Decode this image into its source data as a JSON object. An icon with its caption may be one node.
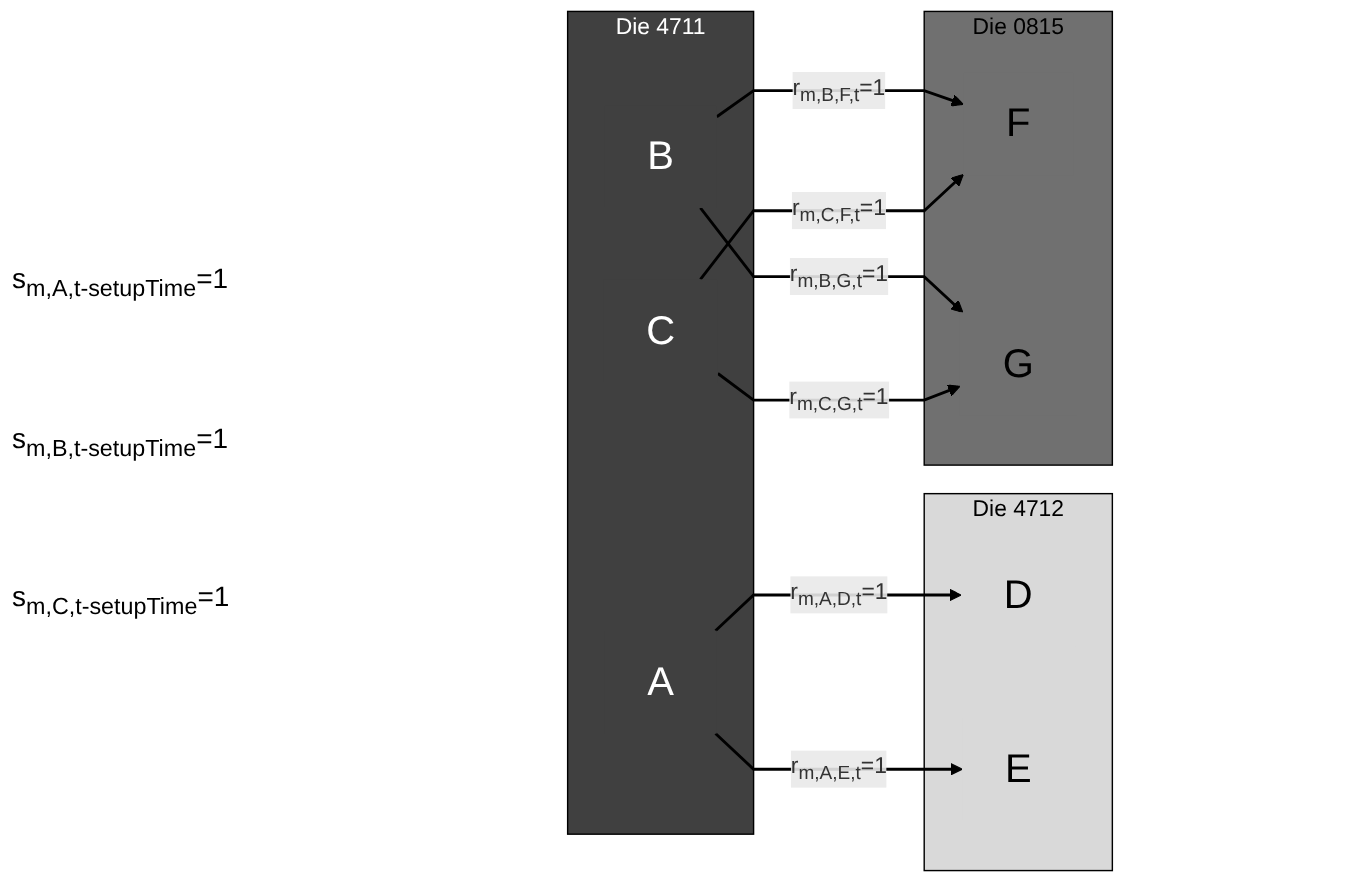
{
  "diagram": {
    "nodes": [
      {
        "text": [
          "Die 4711"
        ]
      },
      {
        "text": [
          "A"
        ],
        "in": 0
      },
      {
        "text": [
          "B"
        ],
        "in": 0
      },
      {
        "text": [
          "C"
        ],
        "in": 0
      },
      {
        "text": [
          "Die 4712"
        ]
      },
      {
        "text": [
          "D"
        ],
        "in": 4
      },
      {
        "text": [
          "E"
        ],
        "in": 4
      },
      {
        "text": [
          "Die 0815"
        ]
      },
      {
        "text": [
          "F"
        ],
        "in": 7
      },
      {
        "text": [
          "G"
        ],
        "in": 7
      }
    ],
    "edges": [
      {
        "from": 1,
        "to": 5,
        "arrow": "to",
        "label": "r$_{m,A,D,t}$=1"
      },
      {
        "from": 1,
        "to": 6,
        "arrow": "to",
        "label": "r$_{m,A,E,t}$=1"
      },
      {
        "from": 2,
        "to": 8,
        "arrow": "to",
        "label": "r$_{m,B,F,t}$=1"
      },
      {
        "from": 2,
        "to": 9,
        "arrow": "to",
        "label": "r$_{m,B,G,t}$=1"
      },
      {
        "from": 3,
        "to": 8,
        "arrow": "to",
        "label": "r$_{m,C,F,t}$=1"
      },
      {
        "from": 3,
        "to": 9,
        "arrow": "to",
        "label": "r$_{m,C,G,t}$=1"
      }
    ],
    "labels": [
      "s$_{m,A,t-setupTime}$=1",
      "s$_{m,B,t-setupTime}$=1",
      "s$_{m,C,t-setupTime}$=1"
    ]
  }
}
